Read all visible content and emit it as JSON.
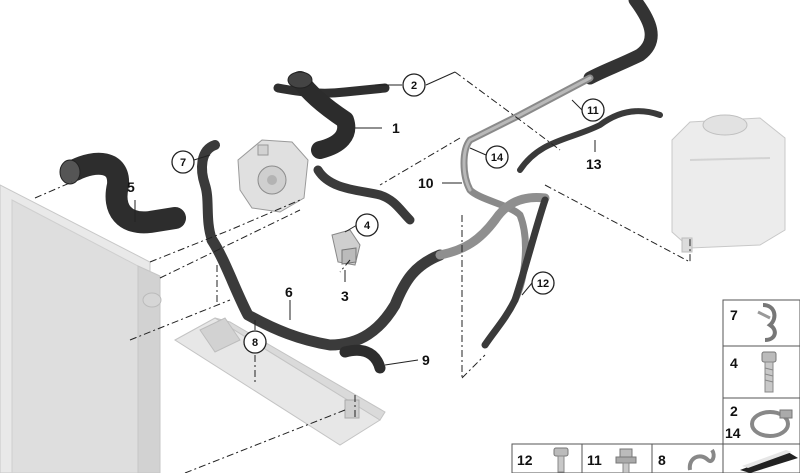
{
  "callouts": {
    "c1": "1",
    "c2": "2",
    "c3": "3",
    "c4": "4",
    "c5": "5",
    "c6": "6",
    "c7": "7",
    "c8": "8",
    "c9": "9",
    "c10": "10",
    "c11": "11",
    "c12": "12",
    "c13": "13",
    "c14": "14"
  },
  "legend": {
    "item7": "7",
    "item4": "4",
    "item2": "2",
    "item14": "14",
    "item12": "12",
    "item11": "11",
    "item8": "8"
  }
}
